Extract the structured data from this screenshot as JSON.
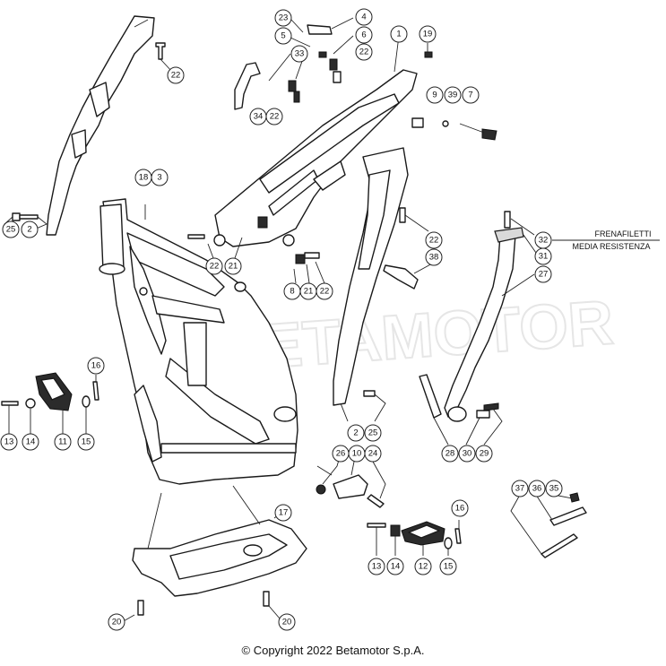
{
  "callouts": {
    "c1": "1",
    "c2a": "2",
    "c2b": "2",
    "c3": "3",
    "c4": "4",
    "c5": "5",
    "c6": "6",
    "c7": "7",
    "c8": "8",
    "c9": "9",
    "c10": "10",
    "c11": "11",
    "c12": "12",
    "c13a": "13",
    "c13b": "13",
    "c14a": "14",
    "c14b": "14",
    "c15a": "15",
    "c15b": "15",
    "c16a": "16",
    "c16b": "16",
    "c17": "17",
    "c18": "18",
    "c19": "19",
    "c20a": "20",
    "c20b": "20",
    "c21a": "21",
    "c21b": "21",
    "c22a": "22",
    "c22b": "22",
    "c22c": "22",
    "c22d": "22",
    "c22e": "22",
    "c22f": "22",
    "c23": "23",
    "c24": "24",
    "c25a": "25",
    "c25b": "25",
    "c26": "26",
    "c27": "27",
    "c28": "28",
    "c29": "29",
    "c30": "30",
    "c31": "31",
    "c32": "32",
    "c33": "33",
    "c34": "34",
    "c35": "35",
    "c36": "36",
    "c37": "37",
    "c38": "38",
    "c39": "39"
  },
  "note": {
    "line1": "FRENAFILETTI",
    "line2": "MEDIA RESISTENZA"
  },
  "watermark": "BETAMOTOR",
  "copyright": "© Copyright 2022 Betamotor S.p.A."
}
